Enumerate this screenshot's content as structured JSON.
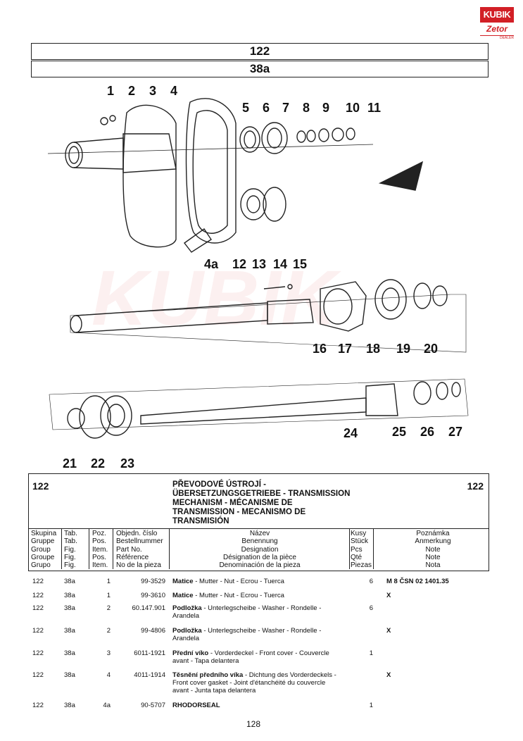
{
  "logo": {
    "top": "KUBIK",
    "bottom": "Zetor",
    "sub": "DEALER"
  },
  "header": {
    "number": "122",
    "figure": "38a"
  },
  "callouts": {
    "c1": "1",
    "c2": "2",
    "c3": "3",
    "c4": "4",
    "c5": "5",
    "c6": "6",
    "c7": "7",
    "c8": "8",
    "c9": "9",
    "c10": "10",
    "c11": "11",
    "c4a": "4a",
    "c12": "12",
    "c13": "13",
    "c14": "14",
    "c15": "15",
    "c16": "16",
    "c17": "17",
    "c18": "18",
    "c19": "19",
    "c20": "20",
    "c21": "21",
    "c22": "22",
    "c23": "23",
    "c24": "24",
    "c25": "25",
    "c26": "26",
    "c27": "27"
  },
  "section": {
    "group_left": "122",
    "group_right": "122",
    "title": "PŘEVODOVÉ ÚSTROJÍ -\nÜBERSETZUNGSGETRIEBE - TRANSMISSION\nMECHANISM - MÉCANISME DE\nTRANSMISSION - MECANISMO DE\nTRANSMISIÓN"
  },
  "columns": {
    "group": "Skupina\nGruppe\nGroup\nGroupe\nGrupo",
    "tab": "Tab.\nTab.\nFig.\nFig.\nFig.",
    "pos": "Poz.\nPos.\nItem.\nPos.\nItem.",
    "part": "Objedn. číslo\nBestellnummer\nPart No.\nRéférence\nNo de la pieza",
    "name": "Název\nBenennung\nDesignation\nDésignation de la pièce\nDenominación de la pieza",
    "qty": "Kusy\nStück\nPcs\nQté\nPiezas",
    "note": "Poznámka\nAnmerkung\nNote\nNote\nNota"
  },
  "rows": [
    {
      "group": "122",
      "tab": "38a",
      "pos": "1",
      "part": "99-3529",
      "name_bold": "Matice",
      "name_rest": " - Mutter - Nut - Ecrou - Tuerca",
      "qty": "6",
      "note": "M 8 ČSN 02 1401.35"
    },
    {
      "group": "122",
      "tab": "38a",
      "pos": "1",
      "part": "99-3610",
      "name_bold": "Matice",
      "name_rest": " - Mutter - Nut - Ecrou - Tuerca",
      "qty": "",
      "note": "X"
    },
    {
      "group": "122",
      "tab": "38a",
      "pos": "2",
      "part": "60.147.901",
      "name_bold": "Podložka",
      "name_rest": " - Unterlegscheibe - Washer - Rondelle -\nArandela",
      "qty": "6",
      "note": ""
    },
    {
      "group": "122",
      "tab": "38a",
      "pos": "2",
      "part": "99-4806",
      "name_bold": "Podložka",
      "name_rest": " - Unterlegscheibe - Washer - Rondelle -\nArandela",
      "qty": "",
      "note": "X"
    },
    {
      "group": "122",
      "tab": "38a",
      "pos": "3",
      "part": "6011-1921",
      "name_bold": "Přední víko",
      "name_rest": " - Vorderdeckel - Front cover - Couvercle\navant - Tapa delantera",
      "qty": "1",
      "note": ""
    },
    {
      "group": "122",
      "tab": "38a",
      "pos": "4",
      "part": "4011-1914",
      "name_bold": "Těsnění předního víka",
      "name_rest": " - Dichtung des Vorderdeckels -\nFront cover gasket - Joint d'étanchéité du couvercle\navant - Junta tapa delantera",
      "qty": "",
      "note": "X"
    },
    {
      "group": "122",
      "tab": "38a",
      "pos": "4a",
      "part": "90-5707",
      "name_bold": "RHODORSEAL",
      "name_rest": "",
      "qty": "1",
      "note": ""
    }
  ],
  "page_number": "128"
}
